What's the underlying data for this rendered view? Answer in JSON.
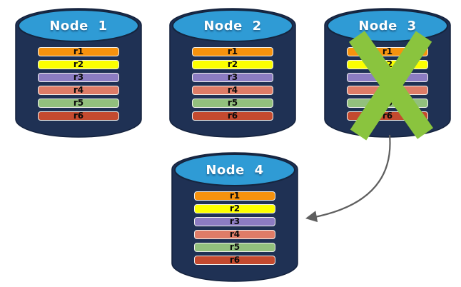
{
  "diagram": {
    "description": "Database replication diagram: four nodes each storing rows r1-r6; Node 3 is crossed out and an arrow points from Node 3 to Node 4",
    "cylinder": {
      "body_color": "#1F3154",
      "top_color": "#2F9BD5",
      "outline_color": "#13213C",
      "title_color": "#FFFFFF"
    },
    "nodes": [
      {
        "id": "node-1",
        "label": "Node 1",
        "crossed_out": false,
        "rows": [
          {
            "label": "r1",
            "color": "#F6920E"
          },
          {
            "label": "r2",
            "color": "#FCFF00"
          },
          {
            "label": "r3",
            "color": "#8C7CC2"
          },
          {
            "label": "r4",
            "color": "#DE7C67"
          },
          {
            "label": "r5",
            "color": "#92C07D"
          },
          {
            "label": "r6",
            "color": "#C44A2F"
          }
        ]
      },
      {
        "id": "node-2",
        "label": "Node 2",
        "crossed_out": false,
        "rows": [
          {
            "label": "r1",
            "color": "#F6920E"
          },
          {
            "label": "r2",
            "color": "#FCFF00"
          },
          {
            "label": "r3",
            "color": "#8C7CC2"
          },
          {
            "label": "r4",
            "color": "#DE7C67"
          },
          {
            "label": "r5",
            "color": "#92C07D"
          },
          {
            "label": "r6",
            "color": "#C44A2F"
          }
        ]
      },
      {
        "id": "node-3",
        "label": "Node 3",
        "crossed_out": true,
        "rows": [
          {
            "label": "r1",
            "color": "#F6920E"
          },
          {
            "label": "r2",
            "color": "#FCFF00"
          },
          {
            "label": "r3",
            "color": "#8C7CC2"
          },
          {
            "label": "r4",
            "color": "#DE7C67"
          },
          {
            "label": "r5",
            "color": "#92C07D"
          },
          {
            "label": "r6",
            "color": "#C44A2F"
          }
        ]
      },
      {
        "id": "node-4",
        "label": "Node 4",
        "crossed_out": false,
        "rows": [
          {
            "label": "r1",
            "color": "#F6920E"
          },
          {
            "label": "r2",
            "color": "#FCFF00"
          },
          {
            "label": "r3",
            "color": "#8C7CC2"
          },
          {
            "label": "r4",
            "color": "#DE7C67"
          },
          {
            "label": "r5",
            "color": "#92C07D"
          },
          {
            "label": "r6",
            "color": "#C44A2F"
          }
        ]
      }
    ],
    "failure_mark": {
      "shape": "x",
      "color": "#8AC43E",
      "on_node": "node-3"
    },
    "arrow": {
      "from": "node-3",
      "to": "node-4",
      "color": "#5F5F5F"
    }
  }
}
